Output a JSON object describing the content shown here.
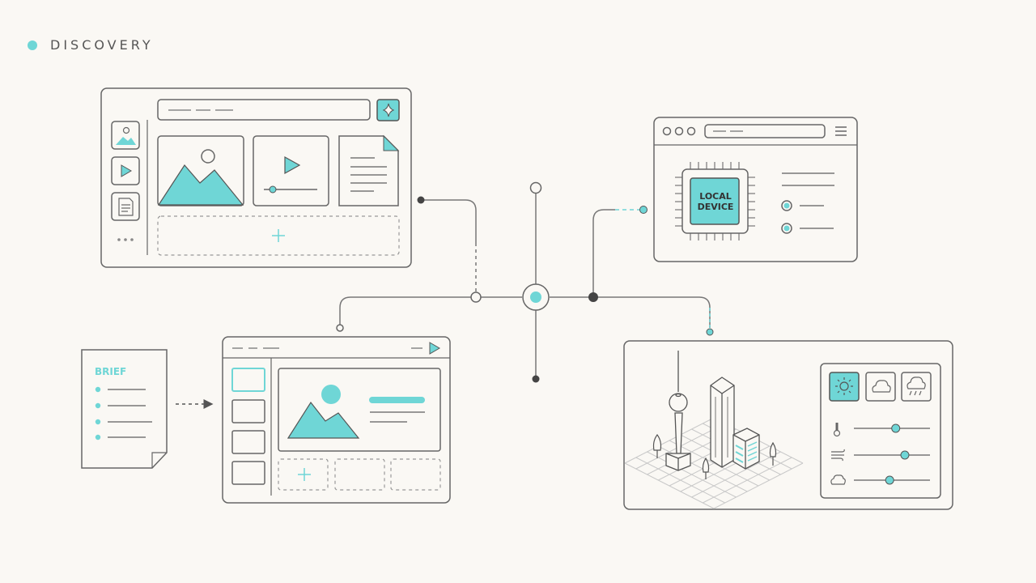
{
  "header": {
    "title": "DISCOVERY"
  },
  "brief_doc": {
    "title": "BRIEF"
  },
  "local_device": {
    "line1": "LOCAL",
    "line2": "DEVICE"
  },
  "colors": {
    "accent": "#6fd6d6",
    "stroke": "#666666",
    "background": "#faf8f4",
    "dark_node": "#444444"
  },
  "icons": {
    "sparkle": "sparkle-icon",
    "image": "image-icon",
    "play": "play-icon",
    "document": "document-icon",
    "plus": "plus-icon",
    "more": "more-dots-icon",
    "hamburger": "hamburger-menu-icon",
    "chip": "chip-icon",
    "sun": "sun-icon",
    "cloud": "cloud-icon",
    "rain": "rain-cloud-icon",
    "thermometer": "thermometer-icon",
    "wind": "wind-icon"
  },
  "weather_sliders": {
    "temperature": 0.55,
    "wind": 0.67,
    "cloud": 0.47
  }
}
